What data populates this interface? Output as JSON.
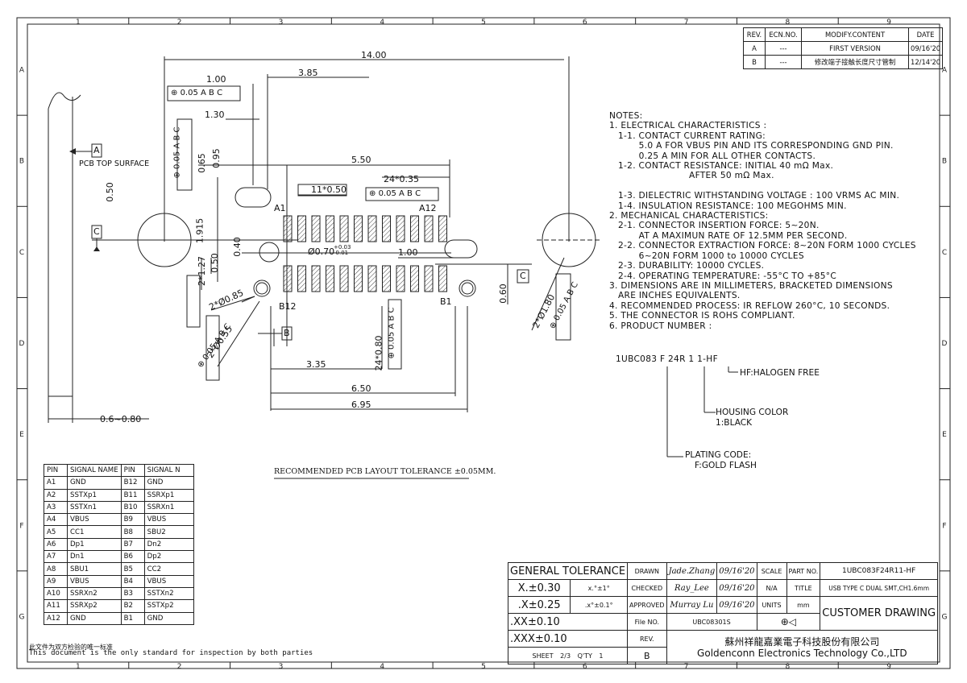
{
  "drawing": {
    "grid_top": [
      "1",
      "2",
      "3",
      "4",
      "5",
      "6",
      "7",
      "8",
      "9"
    ],
    "grid_side": [
      "A",
      "B",
      "C",
      "D",
      "E",
      "F",
      "G"
    ],
    "dims": {
      "overall": "14.00",
      "d385": "3.85",
      "d100a": "1.00",
      "d130": "1.30",
      "d095": "0.95",
      "d065": "0.65",
      "d005a": "0.05",
      "d050": "0.50",
      "d1915": "1.915",
      "d550": "5.50",
      "pitch": "24*0.35",
      "pad_w": "11*0.50",
      "d040": "0.40",
      "hole": "Ø0.70",
      "hole_tol": "+0.03\n-0.01",
      "d100b": "1.00",
      "d127": "2*1.27",
      "d050b": "0.50",
      "d085": "2*Ø0.85",
      "d060": "0.60",
      "d180": "2*Ø1.80",
      "d055": "2*Ø0.55",
      "d335": "3.35",
      "d080": "24*0.80",
      "d650": "6.50",
      "d695": "6.95",
      "d0680": "0.6~0.80"
    },
    "labels": {
      "a1": "A1",
      "a12": "A12",
      "b12": "B12",
      "b1": "B1",
      "pcb_top": "PCB TOP SURFACE",
      "datum_a": "A",
      "datum_b": "B",
      "datum_c": "C",
      "tolerance_note": "RECOMMENDED PCB LAYOUT TOLERANCE ±0.05MM.",
      "fcf_ref": "A B C",
      "fcf_val": "0.05"
    }
  },
  "notes": [
    "NOTES:",
    "1. ELECTRICAL CHARACTERISTICS :",
    "   1-1. CONTACT CURRENT RATING:",
    "          5.0 A FOR VBUS PIN AND ITS CORRESPONDING GND PIN.",
    "          0.25 A MIN FOR ALL OTHER CONTACTS.",
    "   1-2. CONTACT RESISTANCE: INITIAL 40 mΩ Max.",
    "                           AFTER 50 mΩ Max.",
    "",
    "   1-3. DIELECTRIC WITHSTANDING VOLTAGE : 100 VRMS AC MIN.",
    "   1-4. INSULATION RESISTANCE: 100 MEGOHMS MIN.",
    "2. MECHANICAL CHARACTERISTICS:",
    "   2-1. CONNECTOR INSERTION FORCE: 5~20N.",
    "          AT A MAXIMUN RATE OF 12.5MM PER SECOND.",
    "   2-2. CONNECTOR EXTRACTION FORCE: 8~20N FORM 1000 CYCLES",
    "          6~20N FORM 1000 to 10000 CYCLES",
    "   2-3. DURABILITY: 10000 CYCLES.",
    "   2-4. OPERATING TEMPERATURE: -55°C TO +85°C",
    "3. DIMENSIONS ARE IN MILLIMETERS, BRACKETED DIMENSIONS",
    "   ARE INCHES EQUIVALENTS.",
    "4. RECOMMENDED PROCESS: IR REFLOW 260°C, 10 SECONDS.",
    "5. THE CONNECTOR IS ROHS COMPLIANT.",
    "6. PRODUCT NUMBER :"
  ],
  "product": {
    "number": "1UBC083 F 24R 1 1-HF",
    "hf": "HF:HALOGEN FREE",
    "housing1": "HOUSING COLOR",
    "housing2": "1:BLACK",
    "plating1": "PLATING CODE:",
    "plating2": "F:GOLD FLASH"
  },
  "revision": {
    "headers": [
      "REV.",
      "ECN.NO.",
      "MODIFY.CONTENT",
      "DATE"
    ],
    "rows": [
      [
        "A",
        "---",
        "FIRST VERSION",
        "09/16'20"
      ],
      [
        "B",
        "---",
        "修改端子接触长度尺寸管制",
        "12/14'20"
      ]
    ]
  },
  "pins": {
    "headers": [
      "PIN",
      "SIGNAL NAME",
      "PIN",
      "SIGNAL N"
    ],
    "rows": [
      [
        "A1",
        "GND",
        "B12",
        "GND"
      ],
      [
        "A2",
        "SSTXp1",
        "B11",
        "SSRXp1"
      ],
      [
        "A3",
        "SSTXn1",
        "B10",
        "SSRXn1"
      ],
      [
        "A4",
        "VBUS",
        "B9",
        "VBUS"
      ],
      [
        "A5",
        "CC1",
        "B8",
        "SBU2"
      ],
      [
        "A6",
        "Dp1",
        "B7",
        "Dn2"
      ],
      [
        "A7",
        "Dn1",
        "B6",
        "Dp2"
      ],
      [
        "A8",
        "SBU1",
        "B5",
        "CC2"
      ],
      [
        "A9",
        "VBUS",
        "B4",
        "VBUS"
      ],
      [
        "A10",
        "SSRXn2",
        "B3",
        "SSTXn2"
      ],
      [
        "A11",
        "SSRXp2",
        "B2",
        "SSTXp2"
      ],
      [
        "A12",
        "GND",
        "B1",
        "GND"
      ]
    ]
  },
  "footer": {
    "cn_note": "此文件为双方检验的唯一标准",
    "en_note": "This document is the only standard for inspection by both parties"
  },
  "title_block": {
    "general_tolerance": "GENERAL TOLERANCE",
    "tol1": "X.±0.30",
    "tol1b": "x.°±1°",
    "tol2": ".X±0.25",
    "tol2b": ".x°±0.1°",
    "tol3": ".XX±0.10",
    "tol4": ".XXX±0.10",
    "drawn": "DRAWN",
    "drawn_by": "Jade.Zhang",
    "drawn_date": "09/16'20",
    "checked": "CHECKED",
    "checked_by": "Ray_Lee",
    "checked_date": "09/16'20",
    "approved": "APPROVED",
    "approved_by": "Murray Lu",
    "approved_date": "09/16'20",
    "file_no_label": "File NO.",
    "file_no": "UBC08301S",
    "scale_label": "SCALE",
    "scale": "N/A",
    "units_label": "UNITS",
    "units": "mm",
    "part_no_label": "PART NO.",
    "part_no": "1UBC083F24R11-HF",
    "title_label": "TITLE",
    "title": "USB TYPE C DUAL SMT,CH1.6mm",
    "customer_drawing": "CUSTOMER DRAWING",
    "rev_label": "REV.",
    "sheet_label": "SHEET",
    "sheet": "2/3",
    "qty_label": "Q'TY",
    "qty": "1",
    "rev": "B",
    "company_cn": "蘇州祥龍嘉業電子科技股份有限公司",
    "company_en": "Goldenconn Electronics Technology Co.,LTD"
  }
}
